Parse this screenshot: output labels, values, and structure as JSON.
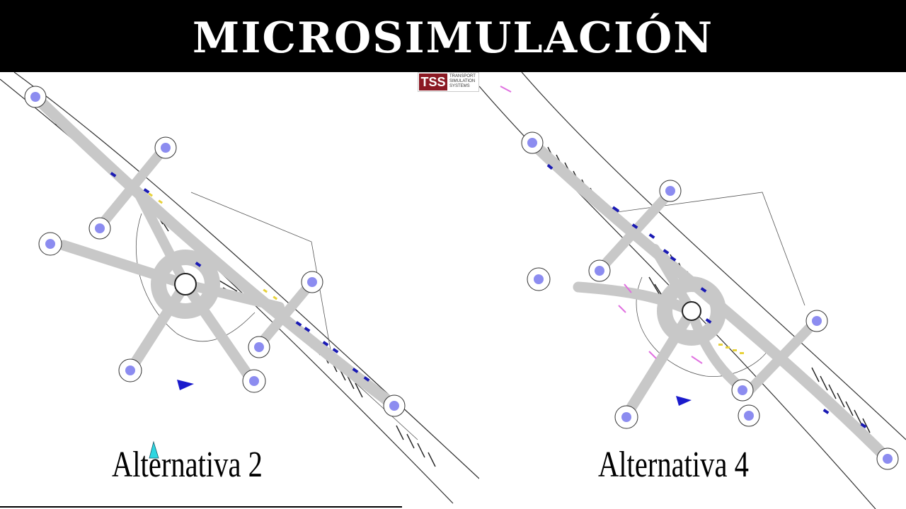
{
  "header": {
    "title": "MICROSIMULACIÓN"
  },
  "logo": {
    "mark": "TSS",
    "text": "TRANSPORT SIMULATION SYSTEMS",
    "color": "#8b1a24"
  },
  "panels": {
    "left": {
      "label": "Alternativa 2"
    },
    "right": {
      "label": "Alternativa 4"
    }
  },
  "colors": {
    "road": "#c8c8c8",
    "centroid": "#8c8cf0",
    "vehicle": "#1a1ab4",
    "marker": "#1a1acc"
  }
}
